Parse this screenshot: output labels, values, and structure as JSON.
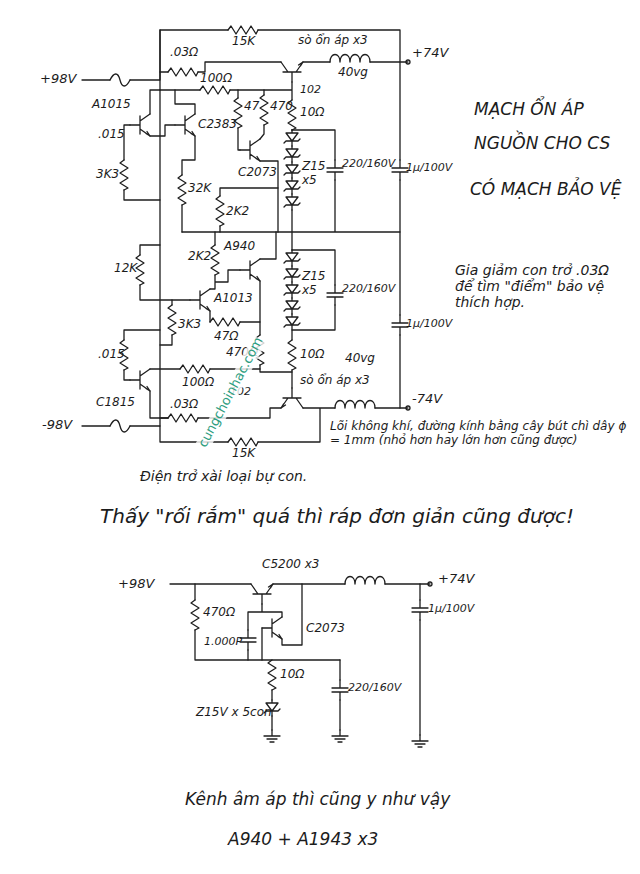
{
  "diagram": {
    "title": "MẠCH ỔN ÁP NGUỒN CHO CS",
    "labels": [
      "+98V",
      ".03Ω",
      "15K",
      "sò ổn áp x3",
      "40vg",
      "+74V",
      "A1015",
      ".015",
      "100Ω",
      "47",
      "470",
      "102",
      "10Ω",
      "3K3",
      "C2383",
      "C2073",
      "32K",
      "2K2",
      "Z15 x5",
      "220/160V",
      "1μ/100V",
      "CÓ MẠCH BẢO VỆ",
      "Gia giảm con trở .03Ω để tìm \"điểm\" bảo vệ thích hợp.",
      "12K",
      "2K2",
      "A940",
      "Z15 x5",
      "220/160V",
      "1μ/100V",
      "3K3",
      "A1013",
      "47Ω",
      ".015",
      "C1815",
      "100Ω",
      "470Ω",
      "10Ω",
      "102",
      "-98V",
      ".03Ω",
      "sò ổn áp x3",
      "15K",
      "40vg",
      "-74V",
      "Lõi không khí, đường kính bằng cây bút chì dây ϕ = 1mm (nhỏ hơn hay lớn hơn cũng được)",
      "cungchoinhac.com",
      "Điện trở xài loại bự con.",
      "Thấy \"rối rắm\" quá thì ráp đơn giản cũng được!",
      "C5200 x3",
      "+98V",
      "470Ω",
      "C2073",
      "1.000P",
      "10Ω",
      "Z15V x 5con",
      "220/160V",
      "+74V",
      "1μ/100V",
      "Kênh âm áp thì cũng y như vậy",
      "A940 + A1943 x3"
    ]
  }
}
